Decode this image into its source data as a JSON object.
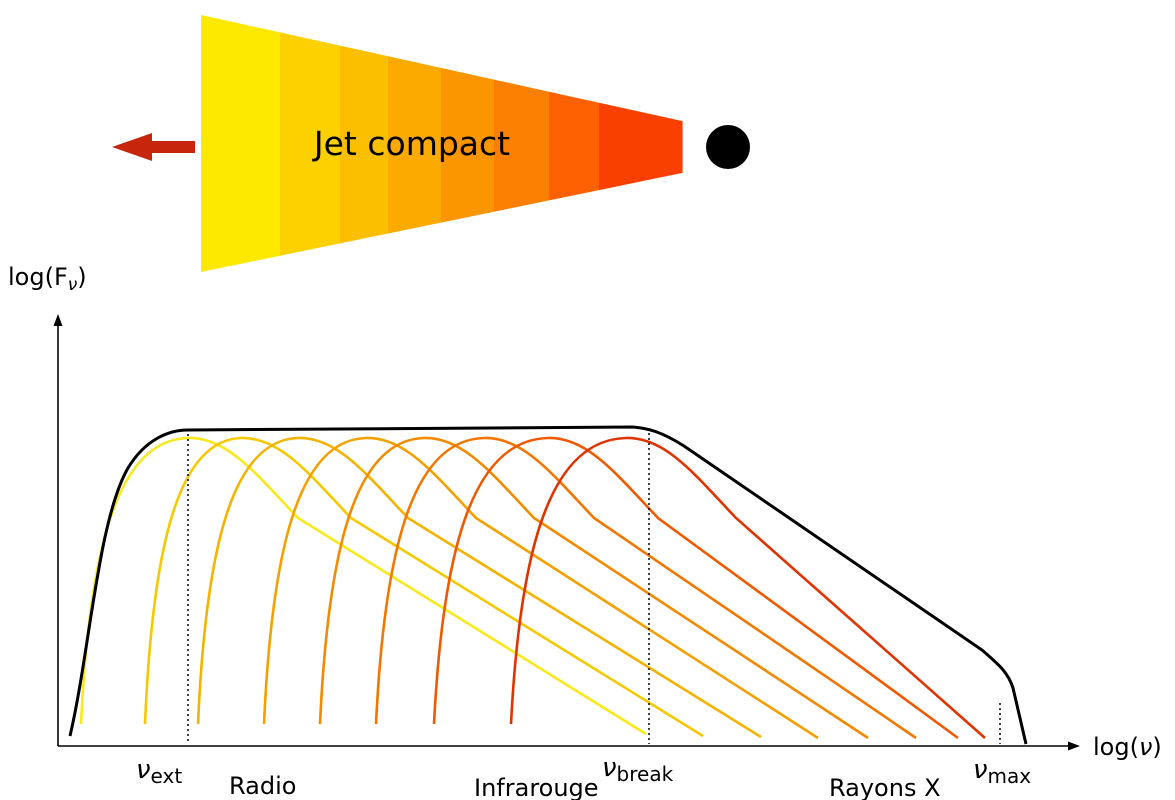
{
  "jet": {
    "label": "Jet compact",
    "segment_colors": [
      "#fde800",
      "#fdd000",
      "#fcbf00",
      "#fca900",
      "#fb9500",
      "#fb7f00",
      "#fb6100",
      "#f94000",
      "#e82400"
    ],
    "arrow_color": "#c8260c",
    "compact_object_color": "#000000"
  },
  "axes": {
    "ylabel_main": "log(F",
    "ylabel_sub": "ν",
    "ylabel_close": ")",
    "xlabel_main": "log(",
    "xlabel_sub": "ν",
    "xlabel_close": ")"
  },
  "markers": [
    {
      "symbol": "ν",
      "sub": "ext"
    },
    {
      "symbol": "ν",
      "sub": "break"
    },
    {
      "symbol": "ν",
      "sub": "max"
    }
  ],
  "bands": [
    "Radio",
    "Infrarouge",
    "Rayons X"
  ],
  "curves": {
    "envelope_color": "#000000",
    "component_colors": [
      "#f8e81c",
      "#f6c800",
      "#f4b300",
      "#f4a000",
      "#f38a00",
      "#f27600",
      "#ef5a00",
      "#e03400"
    ]
  }
}
